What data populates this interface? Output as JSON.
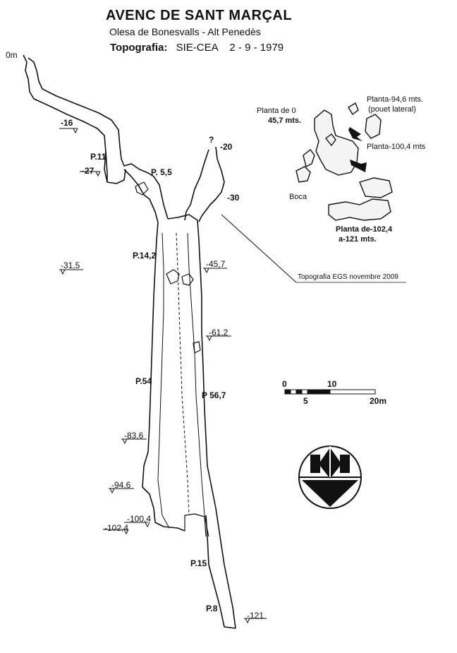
{
  "header": {
    "title": "AVENC DE SANT MARÇAL",
    "subtitle": "Olesa de Bonesvalls - Alt Penedès",
    "topo_label": "Topografia:",
    "topo_value": "SIE-CEA    2 - 9 - 1979"
  },
  "depths": {
    "d0": "0m",
    "d16": "-16",
    "d27": "-27",
    "d20": "-20",
    "d30": "-30",
    "d31_5": "-31,5",
    "d45_7": "-45,7",
    "d61_2": "-61,2",
    "d83_6": "-83,6",
    "d94_6": "-94,6",
    "d100_4": "-100,4",
    "d102_4": "-102,4",
    "d121": "-121",
    "question": "?"
  },
  "pitches": {
    "p11": "P.11",
    "p5_5": "P. 5,5",
    "p14_2": "P.14,2",
    "p54": "P.54",
    "p56_7": "P 56,7",
    "p15": "P.15",
    "p8": "P.8"
  },
  "plans": {
    "planta_0_line1": "Planta de 0",
    "planta_0_line2": "45,7 mts.",
    "planta_94_line1": "Planta-94,6 mts.",
    "planta_94_line2": "(pouet lateral)",
    "planta_100": "Planta-100,4 mts",
    "boca": "Boca",
    "planta_102_line1": "Planta de-102,4",
    "planta_102_line2": "a-121 mts."
  },
  "annotation": "Topografia EGS novembre 2009",
  "scale": {
    "t0": "0",
    "t10": "10",
    "t5": "5",
    "t20": "20m"
  }
}
